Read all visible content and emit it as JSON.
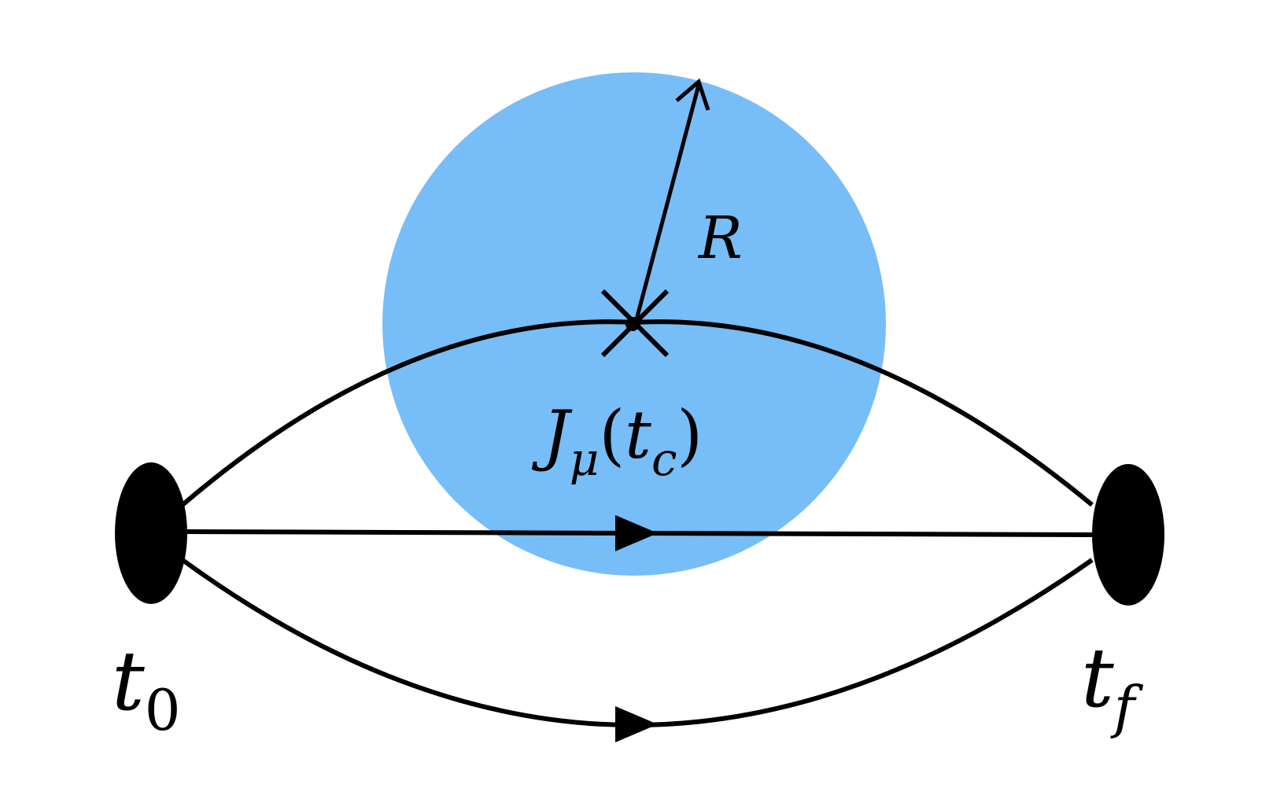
{
  "colors": {
    "region_fill": "#77BDF8",
    "line": "#000000",
    "background": "#FFFFFF"
  },
  "labels": {
    "radius": "R",
    "current_main": "J",
    "current_sub": "μ",
    "current_arg_open": "(",
    "current_arg_var": "t",
    "current_arg_sub": "c",
    "current_arg_close": ")",
    "source_time_main": "t",
    "source_time_sub": "0",
    "sink_time_main": "t",
    "sink_time_sub": "f"
  }
}
